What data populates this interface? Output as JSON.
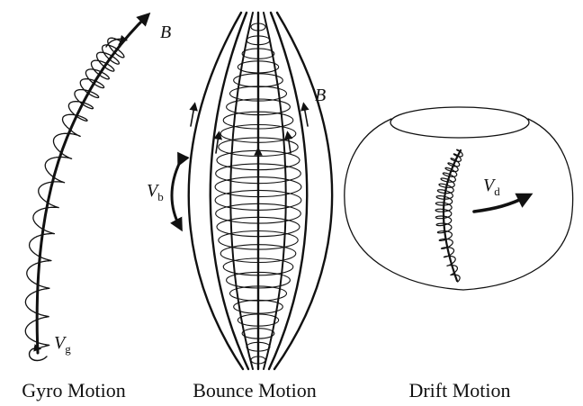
{
  "panels": [
    {
      "caption": "Gyro Motion",
      "field_label": "B",
      "velocity_symbol": "V",
      "velocity_subscript": "g"
    },
    {
      "caption": "Bounce Motion",
      "field_label": "B",
      "velocity_symbol": "V",
      "velocity_subscript": "b"
    },
    {
      "caption": "Drift Motion",
      "velocity_symbol": "V",
      "velocity_subscript": "d"
    }
  ],
  "colors": {
    "ink": "#111111",
    "background": "#ffffff"
  }
}
